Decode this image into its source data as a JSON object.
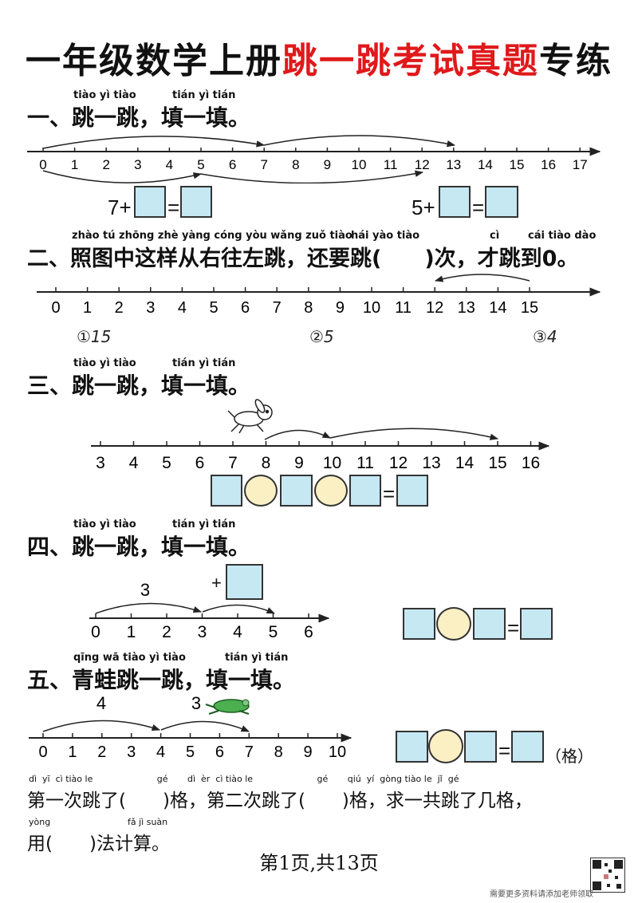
{
  "title": {
    "black1": "一年级数学上册",
    "red": "跳一跳考试真题",
    "black2": "专练"
  },
  "q1": {
    "pinyin1": "tiào yì tiào",
    "pinyin2": "tián yì tián",
    "heading": "一、跳一跳，填一填。",
    "numbers": [
      "0",
      "1",
      "2",
      "3",
      "4",
      "5",
      "6",
      "7",
      "8",
      "9",
      "10",
      "11",
      "12",
      "13",
      "14",
      "15",
      "16",
      "17"
    ],
    "eq1_prefix": "7+",
    "eq2_prefix": "5+",
    "eq_sign": "="
  },
  "q2": {
    "pinyin1": "zhào tú zhōng zhè yàng cóng yòu wǎng zuǒ tiào",
    "pinyin2": "hái yào tiào",
    "pinyin3": "cì",
    "pinyin4": "cái tiào dào",
    "heading": "二、照图中这样从右往左跳，还要跳(　　)次，才跳到0。",
    "numbers": [
      "0",
      "1",
      "2",
      "3",
      "4",
      "5",
      "6",
      "7",
      "8",
      "9",
      "10",
      "11",
      "12",
      "13",
      "14",
      "15"
    ],
    "options": [
      "①15",
      "②5",
      "③4"
    ]
  },
  "q3": {
    "pinyin1": "tiào yì tiào",
    "pinyin2": "tián yì tián",
    "heading": "三、跳一跳，填一填。",
    "numbers": [
      "3",
      "4",
      "5",
      "6",
      "7",
      "8",
      "9",
      "10",
      "11",
      "12",
      "13",
      "14",
      "15",
      "16"
    ],
    "eq_sign": "="
  },
  "q4": {
    "pinyin1": "tiào yì tiào",
    "pinyin2": "tián yì tián",
    "heading": "四、跳一跳，填一填。",
    "numbers": [
      "0",
      "1",
      "2",
      "3",
      "4",
      "5",
      "6"
    ],
    "jump_label": "3",
    "plus": "+",
    "eq_sign": "="
  },
  "q5": {
    "pinyin1": "qīng wā tiào yì tiào",
    "pinyin2": "tián yì tián",
    "heading": "五、青蛙跳一跳，填一填。",
    "numbers": [
      "0",
      "1",
      "2",
      "3",
      "4",
      "5",
      "6",
      "7",
      "8",
      "9",
      "10"
    ],
    "jump1_label": "4",
    "jump2_label": "3",
    "eq_sign": "=",
    "unit": "（格）",
    "pinyin_line1": "dì  yī  cì tiào le                       gé       dì  èr  cì tiào le                       gé       qiú  yí  gòng tiào le  jǐ  gé",
    "line1": "第一次跳了(　　)格，第二次跳了(　　)格，求一共跳了几格，",
    "pinyin_line2a": "yòng",
    "pinyin_line2b": "fǎ  jì  suàn",
    "line2": "用(　　)法计算。"
  },
  "footer": {
    "page": "第1页,共13页",
    "note": "需要更多资料请添加老师领取"
  }
}
